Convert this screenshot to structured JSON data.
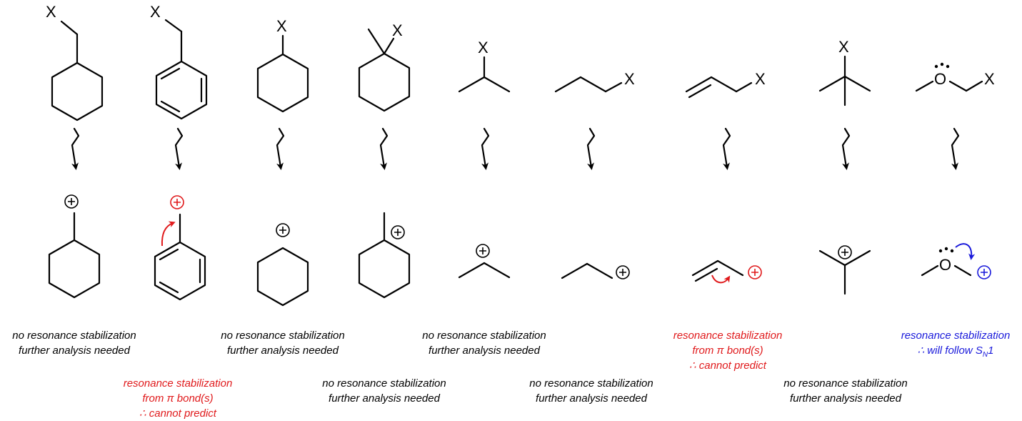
{
  "substituent_label": "X",
  "oxygen_label": "O",
  "charge_symbol": "+",
  "colors": {
    "default": "#000000",
    "red": "#e0191b",
    "blue": "#1a1adb"
  },
  "reactions": [
    {
      "substrate": "(cyclohexyl)methyl-X",
      "cation": "(cyclohexyl)methyl cation",
      "charge_color": "black",
      "note": [
        "no resonance stabilization",
        "further analysis needed"
      ],
      "note_color": "black"
    },
    {
      "substrate": "benzyl-X",
      "cation": "benzyl cation",
      "charge_color": "red",
      "note": [
        "resonance stabilization",
        "from π bond(s)",
        "∴ cannot predict"
      ],
      "note_color": "red"
    },
    {
      "substrate": "cyclohexyl-X",
      "cation": "cyclohexyl cation",
      "charge_color": "black",
      "note": [
        "no resonance stabilization",
        "further analysis needed"
      ],
      "note_color": "black"
    },
    {
      "substrate": "1-methylcyclohexyl-X",
      "cation": "1-methylcyclohexyl cation",
      "charge_color": "black",
      "note": [
        "no resonance stabilization",
        "further analysis needed"
      ],
      "note_color": "black"
    },
    {
      "substrate": "isopropyl-X",
      "cation": "isopropyl cation",
      "charge_color": "black",
      "note": [
        "no resonance stabilization",
        "further analysis needed"
      ],
      "note_color": "black"
    },
    {
      "substrate": "propyl-X",
      "cation": "propyl cation",
      "charge_color": "black",
      "note": [
        "no resonance stabilization",
        "further analysis needed"
      ],
      "note_color": "black"
    },
    {
      "substrate": "allyl-X",
      "cation": "allyl cation",
      "charge_color": "red",
      "note": [
        "resonance stabilization",
        "from π bond(s)",
        "∴ cannot predict"
      ],
      "note_color": "red"
    },
    {
      "substrate": "tert-butyl-X",
      "cation": "tert-butyl cation",
      "charge_color": "black",
      "note": [
        "no resonance stabilization",
        "further analysis needed"
      ],
      "note_color": "black"
    },
    {
      "substrate": "methoxymethyl-X",
      "cation": "methoxymethyl cation",
      "charge_color": "blue",
      "note": [
        "resonance stabilization",
        "∴ will follow S",
        "N",
        "1"
      ],
      "note_color": "blue"
    }
  ]
}
